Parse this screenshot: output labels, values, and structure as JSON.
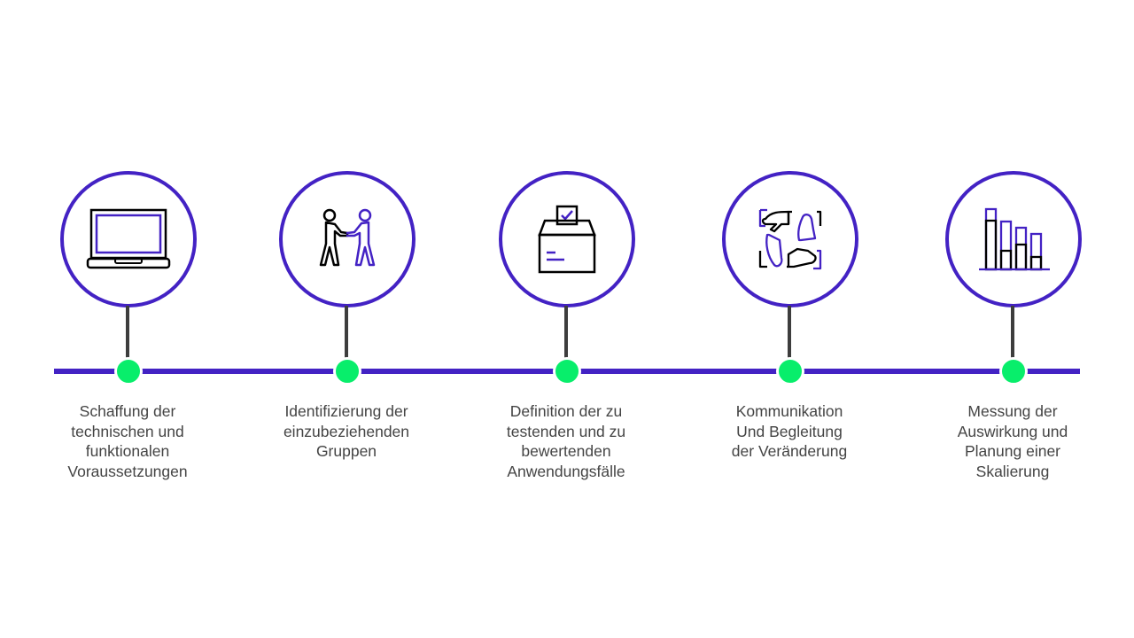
{
  "colors": {
    "accent": "#4322C4",
    "dot": "#08EE6B",
    "stem": "#3d3d3d",
    "text": "#444444"
  },
  "steps": [
    {
      "icon": "laptop-icon",
      "lines": [
        "Schaffung der",
        "technischen und",
        "funktionalen",
        "Voraussetzungen"
      ]
    },
    {
      "icon": "handshake-icon",
      "lines": [
        "Identifizierung der",
        "einzubeziehenden",
        "Gruppen"
      ]
    },
    {
      "icon": "ballot-box-icon",
      "lines": [
        "Definition der zu",
        "testenden und zu",
        "bewertenden",
        "Anwendungsfälle"
      ]
    },
    {
      "icon": "teamwork-hands-icon",
      "lines": [
        "Kommunikation",
        "Und Begleitung",
        "der Veränderung"
      ]
    },
    {
      "icon": "bar-chart-icon",
      "lines": [
        "Messung der",
        "Auswirkung und",
        "Planung einer",
        "Skalierung"
      ]
    }
  ]
}
